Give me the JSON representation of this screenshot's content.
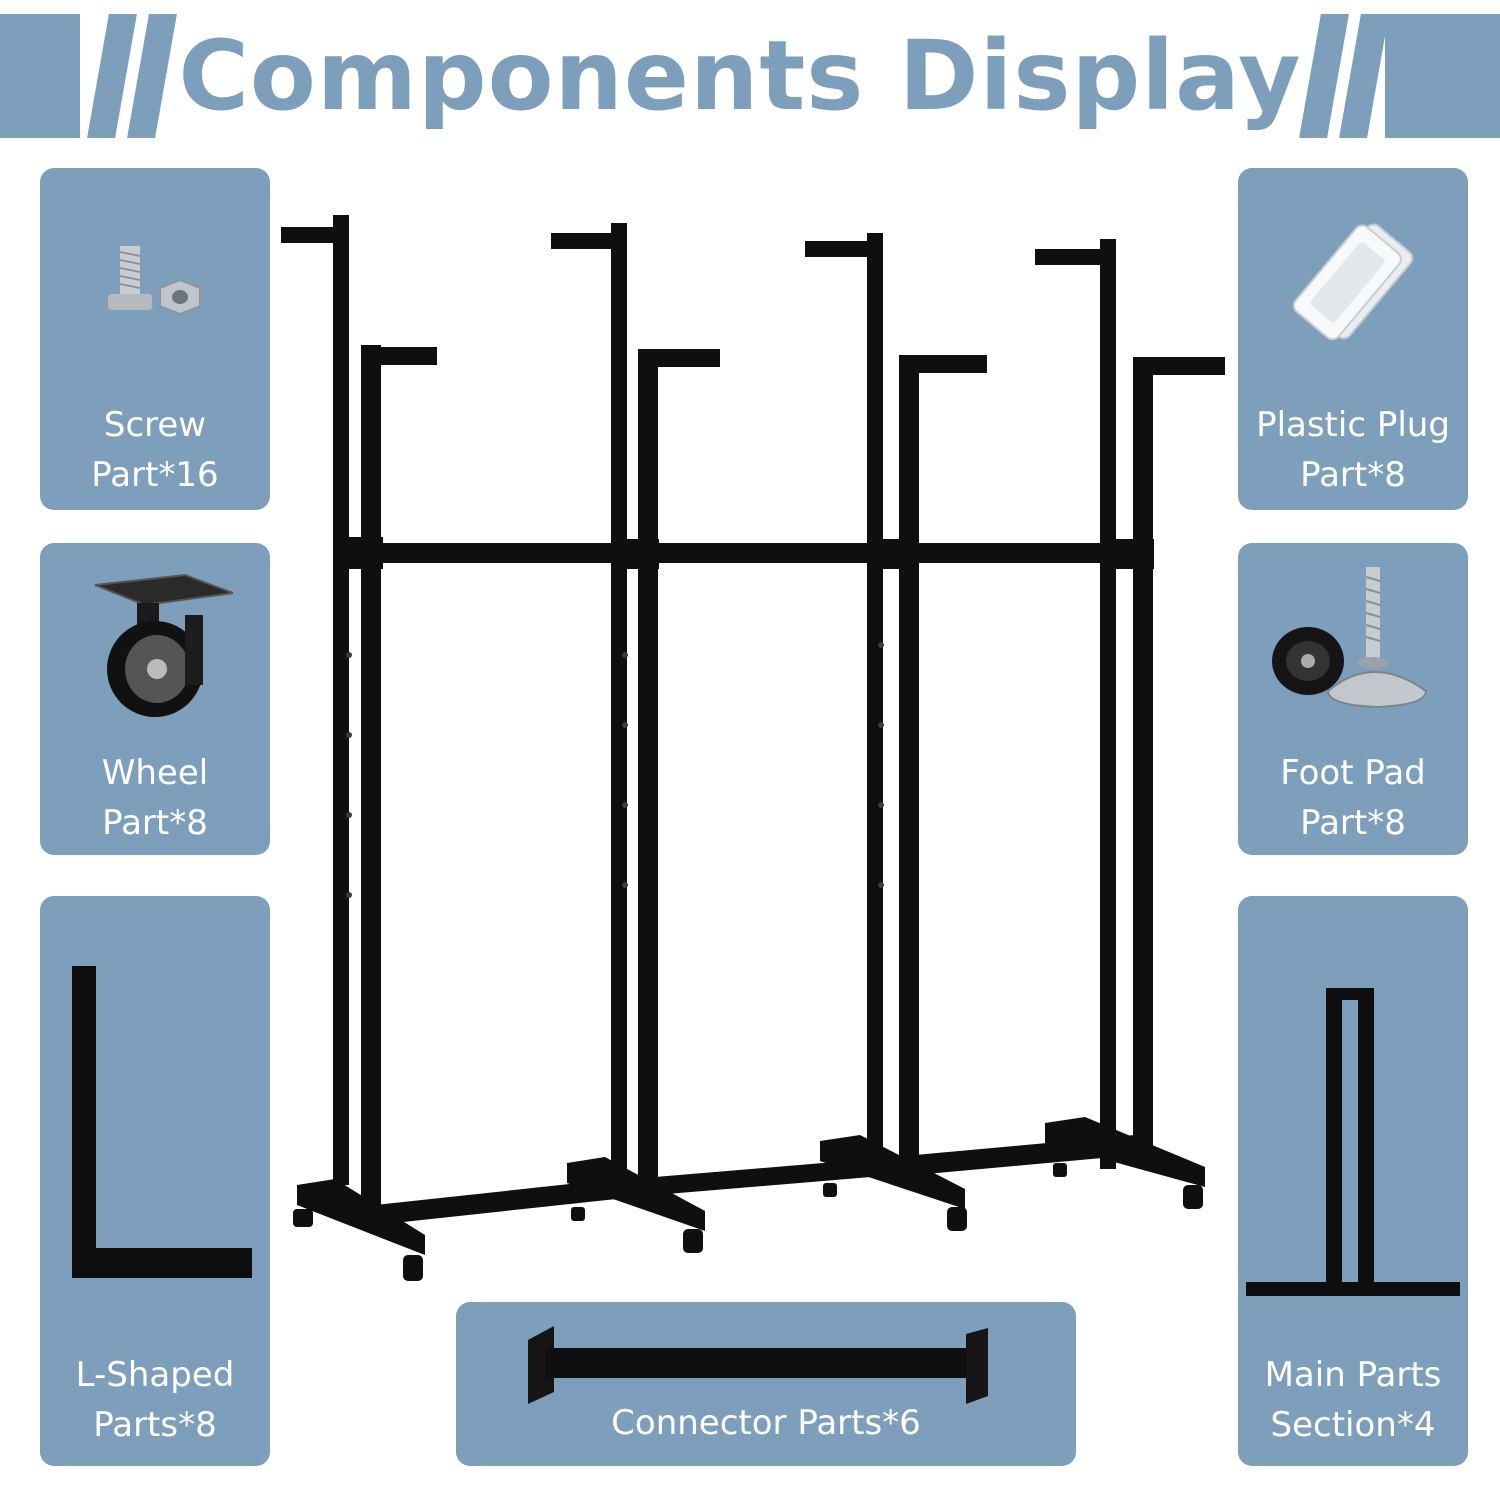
{
  "header": {
    "title": "Components Display"
  },
  "parts": {
    "screw": {
      "line1": "Screw",
      "line2": "Part*16"
    },
    "wheel": {
      "line1": "Wheel",
      "line2": "Part*8"
    },
    "lshaped": {
      "line1": "L-Shaped",
      "line2": "Parts*8"
    },
    "plug": {
      "line1": "Plastic Plug",
      "line2": "Part*8"
    },
    "footpad": {
      "line1": "Foot Pad",
      "line2": "Part*8"
    },
    "main": {
      "line1": "Main Parts",
      "line2": "Section*4"
    },
    "connector": {
      "line1": "Connector Parts*6"
    }
  },
  "colors": {
    "accent": "#7d9fbb",
    "frame": "#111111",
    "text": "#ffffff"
  },
  "icons": [
    "screw-icon",
    "wheel-icon",
    "l-shaped-part-icon",
    "plastic-plug-icon",
    "foot-pad-icon",
    "main-parts-icon",
    "connector-part-icon",
    "garment-rack-image"
  ]
}
